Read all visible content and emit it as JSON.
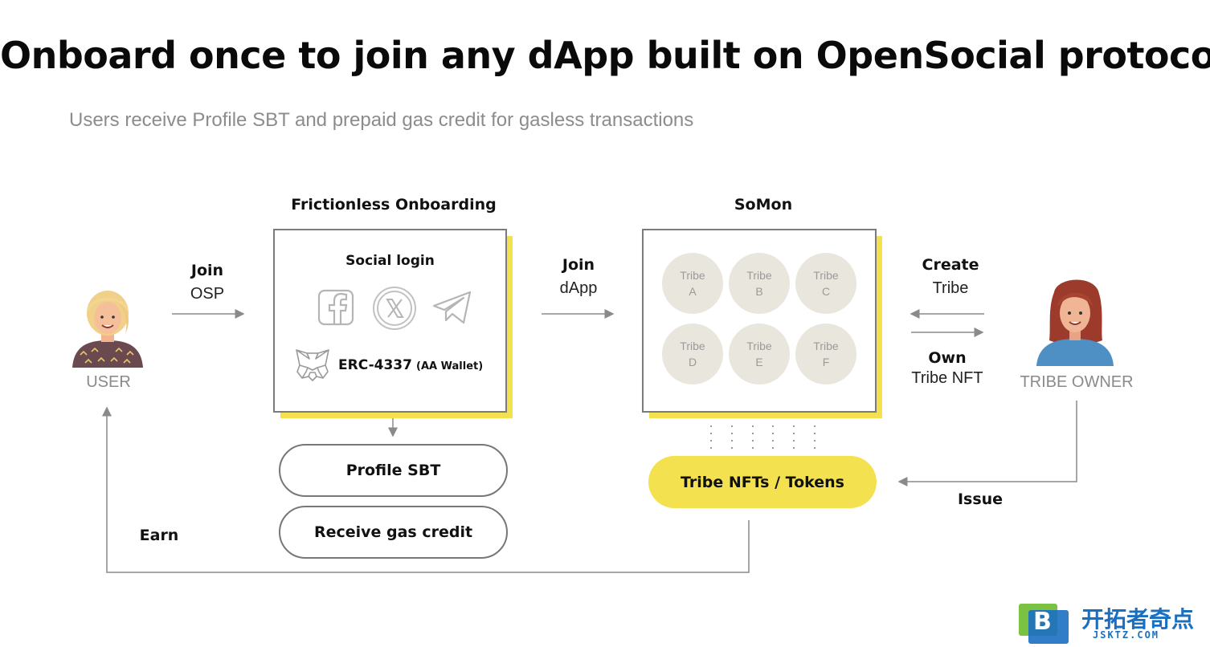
{
  "title": "Onboard once to join any dApp built on OpenSocial protocol",
  "subtitle": "Users receive Profile SBT and prepaid gas credit for gasless transactions",
  "user": {
    "caption": "USER"
  },
  "join_osp": {
    "bold": "Join",
    "normal": "OSP"
  },
  "onboarding": {
    "heading": "Frictionless Onboarding",
    "social_login": "Social login",
    "social_icons": [
      "facebook-icon",
      "x-icon",
      "telegram-icon"
    ],
    "wallet_label": "ERC-4337",
    "wallet_sub": "(AA Wallet)",
    "wallet_icon": "metamask-fox-icon"
  },
  "profile_sbt": "Profile SBT",
  "gas_credit": "Receive gas credit",
  "join_dapp": {
    "bold": "Join",
    "normal": "dApp"
  },
  "somon": {
    "heading": "SoMon",
    "tribes": [
      {
        "word": "Tribe",
        "letter": "A"
      },
      {
        "word": "Tribe",
        "letter": "B"
      },
      {
        "word": "Tribe",
        "letter": "C"
      },
      {
        "word": "Tribe",
        "letter": "D"
      },
      {
        "word": "Tribe",
        "letter": "E"
      },
      {
        "word": "Tribe",
        "letter": "F"
      }
    ]
  },
  "tribe_nfts": "Tribe NFTs / Tokens",
  "create_tribe": {
    "bold": "Create",
    "normal": "Tribe"
  },
  "own_nft": {
    "bold": "Own",
    "normal": "Tribe NFT"
  },
  "tribe_owner": {
    "caption": "TRIBE OWNER"
  },
  "issue": "Issue",
  "earn": "Earn",
  "watermark": {
    "name": "开拓者奇点",
    "domain": "JSKTZ.COM",
    "letter": "B"
  },
  "colors": {
    "accent_yellow": "#f4e14f",
    "border_gray": "#7b7b7b",
    "tribe_circle": "#e9e6dd",
    "logo_blue": "#1b6fc1",
    "logo_green": "#7cc242"
  }
}
